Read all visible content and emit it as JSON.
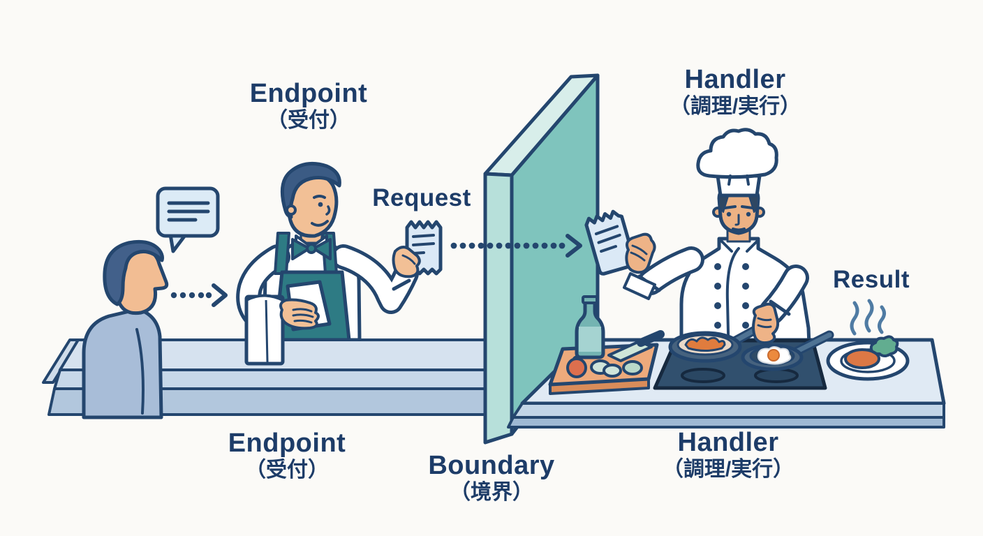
{
  "diagram": {
    "description": "Restaurant metaphor illustration: customer gives order to waiter (Endpoint), a request ticket passes through a wall (Boundary) to the chef (Handler), who cooks and produces the Result dish.",
    "labels": {
      "endpoint_top": {
        "en": "Endpoint",
        "ja": "（受付）"
      },
      "request": {
        "en": "Request"
      },
      "handler_top": {
        "en": "Handler",
        "ja": "（調理/実行）"
      },
      "result": {
        "en": "Result"
      },
      "endpoint_bottom": {
        "en": "Endpoint",
        "ja": "（受付）"
      },
      "boundary": {
        "en": "Boundary",
        "ja": "（境界）"
      },
      "handler_bottom": {
        "en": "Handler",
        "ja": "（調理/実行）"
      }
    },
    "scene_elements": [
      "customer",
      "speech-bubble",
      "dotted-arrow-customer-to-endpoint",
      "waiter-endpoint",
      "towel",
      "notepad",
      "request-ticket",
      "dotted-arrow-through-boundary",
      "boundary-wall",
      "chef-handler",
      "handled-ticket",
      "service-counter",
      "kitchen-counter",
      "stove",
      "saute-pan",
      "egg-pan",
      "cutting-board",
      "tomato",
      "cucumber-slices",
      "knife",
      "bottle",
      "result-plate",
      "steam"
    ],
    "colors": {
      "background": "#fbfaf7",
      "outline_navy": "#24466e",
      "label_text": "#1d3c68",
      "wall_face": "#7fc4bd",
      "wall_side": "#b7e0da",
      "wall_bevel": "#d8eeea",
      "apron_teal": "#2e7b84",
      "counter_light": "#d6e2ef",
      "counter_mid": "#c7d8e9",
      "counter_dark": "#b2c7dd",
      "kitchen_counter_top": "#e0eaf4",
      "stove_dark": "#31506e",
      "skin": "#f2bd93",
      "ticket_paper": "#dbe9f6",
      "shirt_customer": "#a8bdd8",
      "hair_blue": "#3f5d86",
      "food_orange": "#e07c3e",
      "garnish_green": "#62ad90",
      "bottle_teal": "#74b4b2",
      "steam_blue": "#4f7ba3"
    }
  }
}
